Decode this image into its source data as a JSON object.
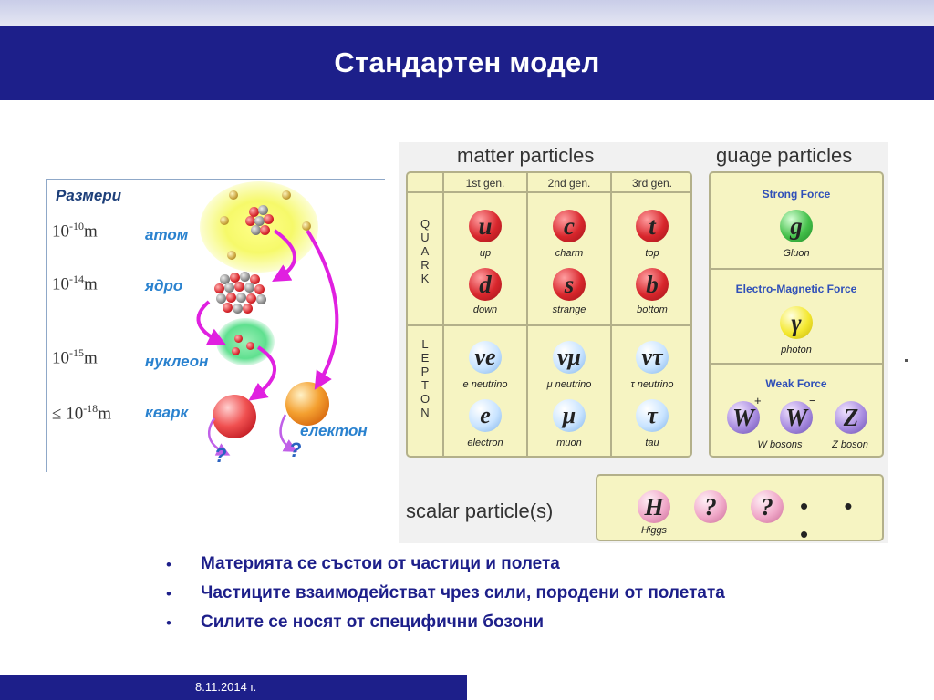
{
  "slide": {
    "title": "Стандартен модел",
    "footer_date": "8.11.2014 г."
  },
  "sizes": {
    "heading": "Размери",
    "levels": [
      {
        "prefix": "",
        "base": "10",
        "exp": "-10",
        "unit": "m",
        "label": "атом"
      },
      {
        "prefix": "",
        "base": "10",
        "exp": "-14",
        "unit": "m",
        "label": "ядро"
      },
      {
        "prefix": "",
        "base": "10",
        "exp": "-15",
        "unit": "m",
        "label": "нуклеон"
      },
      {
        "prefix": "≤ ",
        "base": "10",
        "exp": "-18",
        "unit": "m",
        "label": "кварк"
      }
    ],
    "electron_label": "електон",
    "unknown_mark": "?"
  },
  "particles": {
    "matter_title": "matter particles",
    "gauge_title": "guage particles",
    "scalar_title": "scalar particle(s)",
    "generations": [
      "1st gen.",
      "2nd gen.",
      "3rd gen."
    ],
    "quark_side": "QUARK",
    "lepton_side": "LEPTON",
    "quarks": [
      {
        "symbol": "u",
        "name": "up"
      },
      {
        "symbol": "c",
        "name": "charm"
      },
      {
        "symbol": "t",
        "name": "top"
      },
      {
        "symbol": "d",
        "name": "down"
      },
      {
        "symbol": "s",
        "name": "strange"
      },
      {
        "symbol": "b",
        "name": "bottom"
      }
    ],
    "leptons": [
      {
        "symbol": "νe",
        "name": "e neutrino"
      },
      {
        "symbol": "νμ",
        "name": "μ neutrino"
      },
      {
        "symbol": "ντ",
        "name": "τ neutrino"
      },
      {
        "symbol": "e",
        "name": "electron"
      },
      {
        "symbol": "μ",
        "name": "muon"
      },
      {
        "symbol": "τ",
        "name": "tau"
      }
    ],
    "forces": {
      "strong": {
        "title": "Strong Force",
        "symbol": "g",
        "name": "Gluon"
      },
      "em": {
        "title": "Electro-Magnetic Force",
        "symbol": "γ",
        "name": "photon"
      },
      "weak": {
        "title": "Weak Force",
        "w_symbol": "W",
        "z_symbol": "Z",
        "plus": "+",
        "minus": "−",
        "w_name": "W bosons",
        "z_name": "Z boson"
      }
    },
    "scalar": {
      "higgs_symbol": "H",
      "higgs_name": "Higgs",
      "unknown": "?",
      "more": "• • •"
    }
  },
  "bullets": [
    "Материята се състои от частици и полета",
    "Частиците взаимодействат чрез сили, породени от полетата",
    "Силите се носят от специфични бозони"
  ],
  "colors": {
    "title_bar": "#1d1f8a",
    "quark": "#d8262c",
    "lepton": "#c9e4ff",
    "gluon": "#44c04a",
    "photon": "#f4e830",
    "weak_boson": "#a88ce0",
    "scalar": "#f0a8c8"
  }
}
